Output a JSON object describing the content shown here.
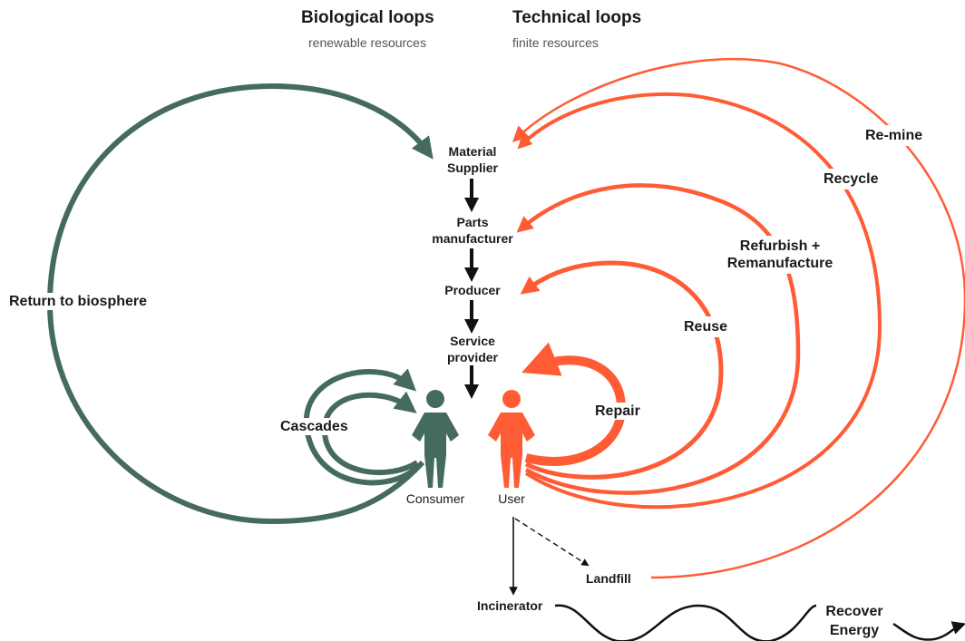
{
  "headers": {
    "biological_title": "Biological loops",
    "biological_sub": "renewable resources",
    "technical_title": "Technical loops",
    "technical_sub": "finite resources"
  },
  "stages": {
    "material_supplier": "Material\nSupplier",
    "parts_manufacturer": "Parts\nmanufacturer",
    "producer": "Producer",
    "service_provider": "Service\nprovider"
  },
  "people": {
    "consumer": "Consumer",
    "user": "User"
  },
  "loops": {
    "return_to_biosphere": "Return to biosphere",
    "cascades": "Cascades",
    "repair": "Repair",
    "reuse": "Reuse",
    "refurbish": "Refurbish +\nRemanufacture",
    "recycle": "Recycle",
    "remine": "Re-mine"
  },
  "end_of_life": {
    "landfill": "Landfill",
    "incinerator": "Incinerator",
    "recover_energy": "Recover\nEnergy"
  },
  "colors": {
    "biological": "#456a60",
    "technical": "#ff5c35",
    "flow": "#111111"
  }
}
